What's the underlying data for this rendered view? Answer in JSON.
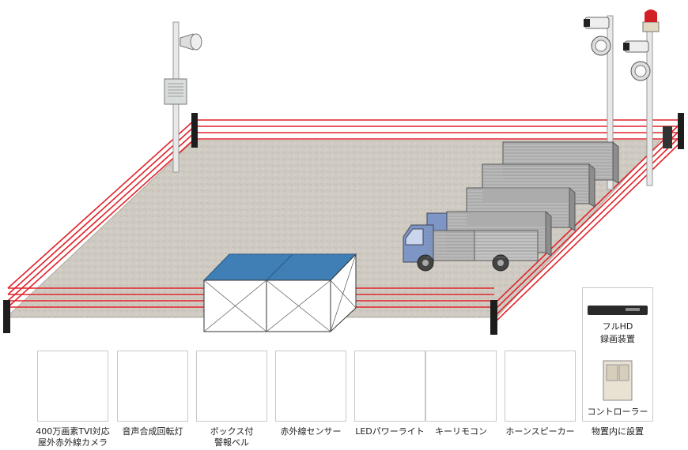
{
  "devices": [
    {
      "name": "camera",
      "line1": "400万画素TVI対応",
      "line2": "屋外赤外線カメラ"
    },
    {
      "name": "rotating-light",
      "line1": "音声合成回転灯",
      "line2": ""
    },
    {
      "name": "box-bell",
      "line1": "ボックス付",
      "line2": "警報ベル"
    },
    {
      "name": "ir-sensor",
      "line1": "赤外線センサー",
      "line2": ""
    },
    {
      "name": "led-light",
      "line1": "LEDパワーライト",
      "line2": ""
    },
    {
      "name": "key-remote",
      "line1": "キーリモコン",
      "line2": ""
    },
    {
      "name": "horn-speaker",
      "line1": "ホーンスピーカー",
      "line2": ""
    }
  ],
  "indoor": {
    "recorder_line1": "フルHD",
    "recorder_line2": "録画装置",
    "controller_label": "コントローラー",
    "caption": "物置内に設置"
  },
  "colors": {
    "ground": "#cfcbc3",
    "fence_beam": "#e0242b",
    "shed_roof": "#3f7fb5",
    "truck_cab": "#7d96c6",
    "container": "#b9b9b9"
  }
}
